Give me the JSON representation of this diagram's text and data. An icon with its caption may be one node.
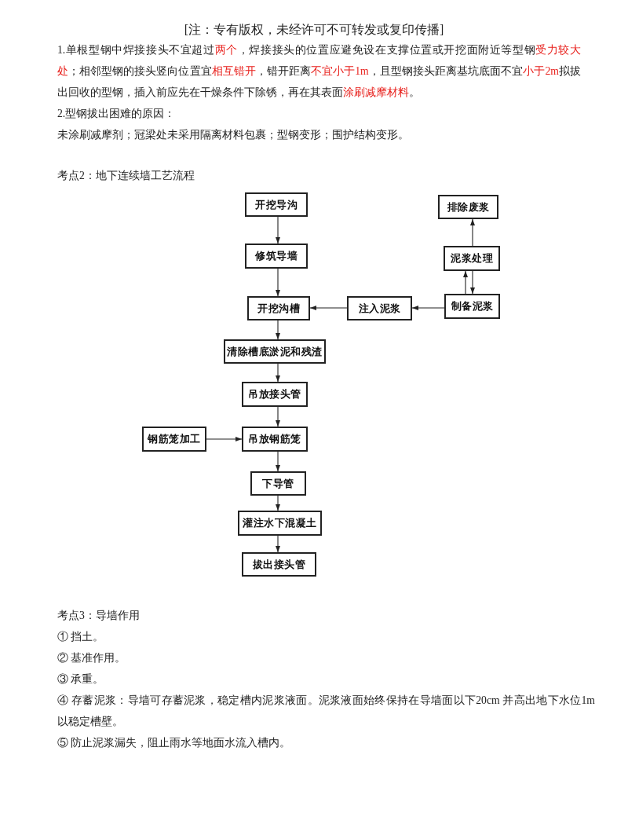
{
  "diagram": {
    "title": "考点2：地下连续墙工艺流程",
    "nodes": [
      {
        "text": [
          "开挖导沟"
        ]
      },
      {
        "text": [
          "排除废浆"
        ]
      },
      {
        "text": [
          "修筑导墙"
        ]
      },
      {
        "text": [
          "泥浆处理"
        ]
      },
      {
        "text": [
          "开挖沟槽"
        ]
      },
      {
        "text": [
          "注入泥浆"
        ]
      },
      {
        "text": [
          "制备泥浆"
        ]
      },
      {
        "text": [
          "清除槽底淤泥和残渣"
        ]
      },
      {
        "text": [
          "吊放接头管"
        ]
      },
      {
        "text": [
          "钢筋笼加工"
        ]
      },
      {
        "text": [
          "吊放钢筋笼"
        ]
      },
      {
        "text": [
          "下导管"
        ]
      },
      {
        "text": [
          "灌注水下混凝土"
        ]
      },
      {
        "text": [
          "拔出接头管"
        ]
      }
    ],
    "edges": [
      {
        "from": 0,
        "to": 2,
        "arrow": "to"
      },
      {
        "from": 2,
        "to": 4,
        "arrow": "to"
      },
      {
        "from": 4,
        "to": 7,
        "arrow": "to"
      },
      {
        "from": 7,
        "to": 8,
        "arrow": "to"
      },
      {
        "from": 8,
        "to": 10,
        "arrow": "to"
      },
      {
        "from": 9,
        "to": 10,
        "arrow": "to"
      },
      {
        "from": 10,
        "to": 11,
        "arrow": "to"
      },
      {
        "from": 11,
        "to": 12,
        "arrow": "to"
      },
      {
        "from": 12,
        "to": 13,
        "arrow": "to"
      },
      {
        "from": 6,
        "to": 5,
        "arrow": "to"
      },
      {
        "from": 5,
        "to": 4,
        "arrow": "to"
      },
      {
        "from": 3,
        "to": 1,
        "arrow": "to"
      },
      {
        "from": 6,
        "to": 3,
        "arrow": "to"
      },
      {
        "from": 3,
        "to": 6,
        "arrow": "to"
      }
    ],
    "labels": [
      "[注：专有版权，未经许可不可转发或复印传播]",
      "1.单根型钢中焊接接头不宜超过**两个**，焊接接头的位置应避免设在支撑位置或开挖面附近等型钢**受力较大处**；相邻型钢的接头竖向位置宜**相互错开**，错开距离**不宜小于1m**，且型钢接头距离基坑底面不宜**小于2m**拟拔出回收的型钢，插入前应先在干燥条件下除锈，再在其表面**涂刷减摩材料**。",
      "2.型钢拔出困难的原因：",
      "未涂刷减摩剂；冠梁处未采用隔离材料包裹；型钢变形；围护结构变形。",
      "考点3：导墙作用",
      "① 挡土。",
      "② 基准作用。",
      "③ 承重。",
      "④ 存蓄泥浆：导墙可存蓄泥浆，稳定槽内泥浆液面。泥浆液面始终保持在导墙面以下20cm 并高出地下水位1m 以稳定槽壁。",
      "⑤ 防止泥浆漏失，阻止雨水等地面水流入槽内。"
    ]
  }
}
